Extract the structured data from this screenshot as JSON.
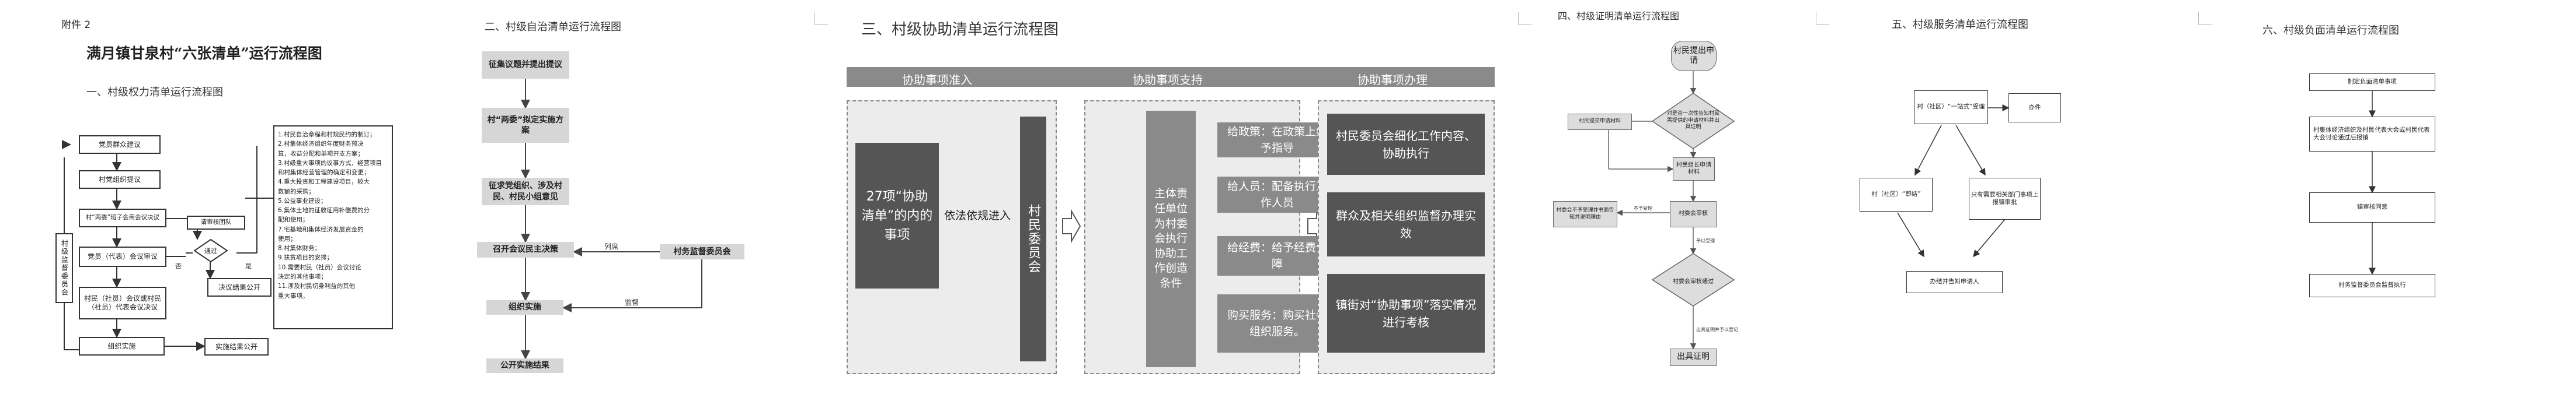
{
  "p1": {
    "attachment": "附件 2",
    "doc_title": "满月镇甘泉村“六张清单”运行流程图",
    "section": "一、村级权力清单运行流程图",
    "nodes": {
      "n1": "党员群众建议",
      "n2": "村党组织提议",
      "n3": "村“两委”班子会商会议决议",
      "n4": "党员（代表）会议审议",
      "n5": "村民（社员）会议或村民（社员）代表会议决议",
      "n6": "组织实施",
      "n7": "实施结果公开",
      "n8": "请审核团队",
      "n9": "通过",
      "n10": "决议结果公开",
      "side": "村级监督委员会",
      "no": "否",
      "yes": "是"
    },
    "list": [
      "1.村民自治章程和村规民约的制订；",
      "2.村集体经济组织年度财务预决",
      "算，收益分配和单项开支方案；",
      "3.村级重大事项的议事方式，经营项目",
      "和村集体经营管理的确定和变更；",
      "4.重大投资和工程建设项目，较大",
      "数额的采购；",
      "5.公益事业建设；",
      "6.集体土地的征收征用补偿费的分",
      "配和使用；",
      "7.宅基地和集体经济发展资金的",
      "使用；",
      "8.村集体财务；",
      "9.扶贫项目的安排；",
      "10.需要村民（社员）会议讨论",
      "决定的其他事项；",
      "11.涉及村民切身利益的其他",
      "重大事项。"
    ]
  },
  "p2": {
    "section": "二、村级自治清单运行流程图",
    "steps": [
      "征集议题并提出提议",
      "村“两委”拟定实施方案",
      "征求党组织、涉及村民、村民小组意见",
      "召开会议民主决策",
      "组织实施",
      "公开实施结果"
    ],
    "supervisor": "村务监督委员会",
    "label_attend": "列席",
    "label_supervise": "监督"
  },
  "p3": {
    "section": "三、村级协助清单运行流程图",
    "headers": [
      "协助事项准入",
      "协助事项支持",
      "协助事项办理"
    ],
    "items_count": "27项“协助清单”的内的事项",
    "entry_label": "依法依规进入",
    "committee": "村民委员会",
    "main_body": "主体责任单位为村委会执行协助工作创造条件",
    "support": [
      "给政策：在政策上给予指导",
      "给人员：配备执行工作人员",
      "给经费：给予经费保障",
      "购买服务：购买社会组织服务。"
    ],
    "handle": [
      "村民委员会细化工作内容、协助执行",
      "群众及相关组织监督办理实效",
      "镇街对“协助事项”落实情况进行考核"
    ]
  },
  "p4": {
    "section": "四、村级证明清单运行流程图",
    "start": "村民提出申请",
    "decision1": "对是否一次性告知村民需提供的申请材料并出具证明",
    "collect": "村民提交申请材料",
    "accept": "村民组长申请材料",
    "review": "村委会审核",
    "reject": "村委会不予受理并书面告知并说明理由",
    "reject_label": "不予受理",
    "pass_label": "予以受理",
    "decision2": "村委会审核通过",
    "issue_label": "出具证明并予以登记",
    "end": "出具证明"
  },
  "p5": {
    "section": "五、村级服务清单运行流程图",
    "top": "村（社区）“一站式”受理",
    "side": "办件",
    "left": "村（社区）“即结”",
    "right": "只有需要相关部门事项上报镇审批",
    "bottom": "办结并告知申请人"
  },
  "p6": {
    "section": "六、村级负面清单运行流程图",
    "steps": [
      "制定负面清单事项",
      "村集体经济组织及村民代表大会或村民代表大会讨论通过后报镇",
      "镇审核同意",
      "村务监督委员会监督执行"
    ]
  }
}
